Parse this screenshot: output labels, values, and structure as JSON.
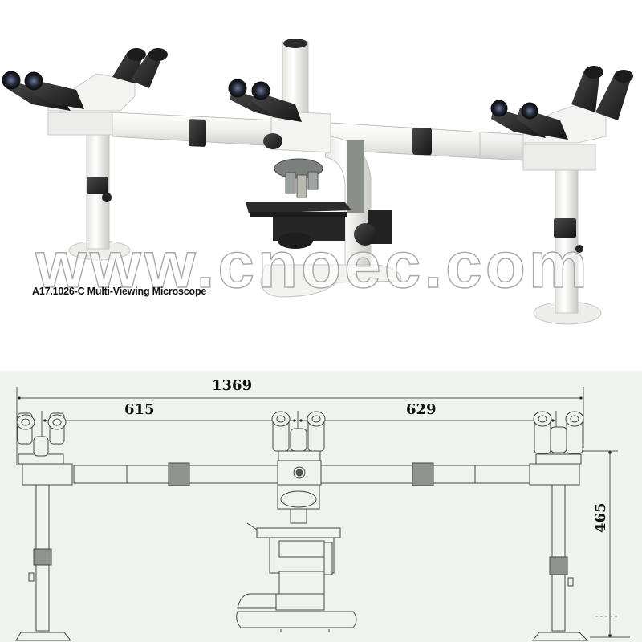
{
  "photo": {
    "watermark": "www.cnoec.com",
    "caption": "A17.1026-C Multi-Viewing Microscope",
    "heads": [
      {
        "position": "left",
        "type": "dual-binocular"
      },
      {
        "position": "center",
        "type": "trinocular"
      },
      {
        "position": "right",
        "type": "dual-binocular"
      }
    ]
  },
  "diagram": {
    "dimensions": {
      "total_width": "1369",
      "left_span": "615",
      "right_span": "629",
      "height": "465"
    },
    "unit_note": ""
  },
  "colors": {
    "photo_bg": "#ffffff",
    "diagram_bg": "#eef3ee",
    "body_white": "#f2f2f0",
    "dark_part": "#2a2a2a",
    "line": "#555555"
  }
}
